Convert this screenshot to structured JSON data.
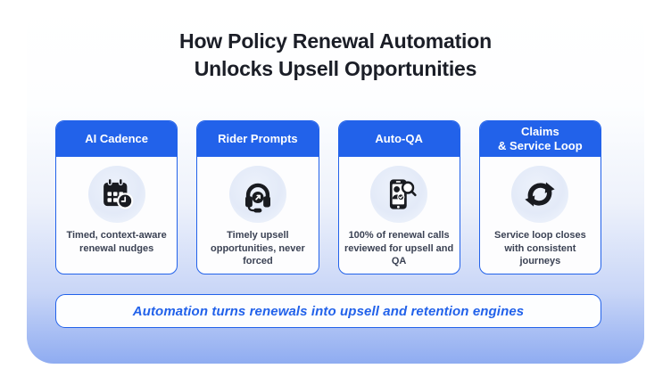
{
  "title": {
    "line1": "How Policy Renewal Automation",
    "line2": "Unlocks Upsell Opportunities"
  },
  "cards": [
    {
      "header_lines": [
        "AI Cadence"
      ],
      "icon": "calendar-clock-icon",
      "description": "Timed, context-aware renewal nudges"
    },
    {
      "header_lines": [
        "Rider Prompts"
      ],
      "icon": "headset-upsell-icon",
      "description": "Timely upsell opportunities, never forced"
    },
    {
      "header_lines": [
        "Auto-QA"
      ],
      "icon": "phone-qa-review-icon",
      "description": "100% of renewal calls reviewed for upsell and QA"
    },
    {
      "header_lines": [
        "Claims",
        "& Service Loop"
      ],
      "icon": "sync-loop-icon",
      "description": "Service loop closes with consistent journeys"
    }
  ],
  "banner": {
    "text": "Automation turns renewals into upsell and retention engines"
  },
  "colors": {
    "accent_blue": "#2262EA",
    "panel_gradient_bottom": "#8FACF1",
    "title_text": "#1B1E27",
    "body_text": "#3B4254",
    "icon_black": "#191B20",
    "card_background": "#FDFDFE"
  }
}
